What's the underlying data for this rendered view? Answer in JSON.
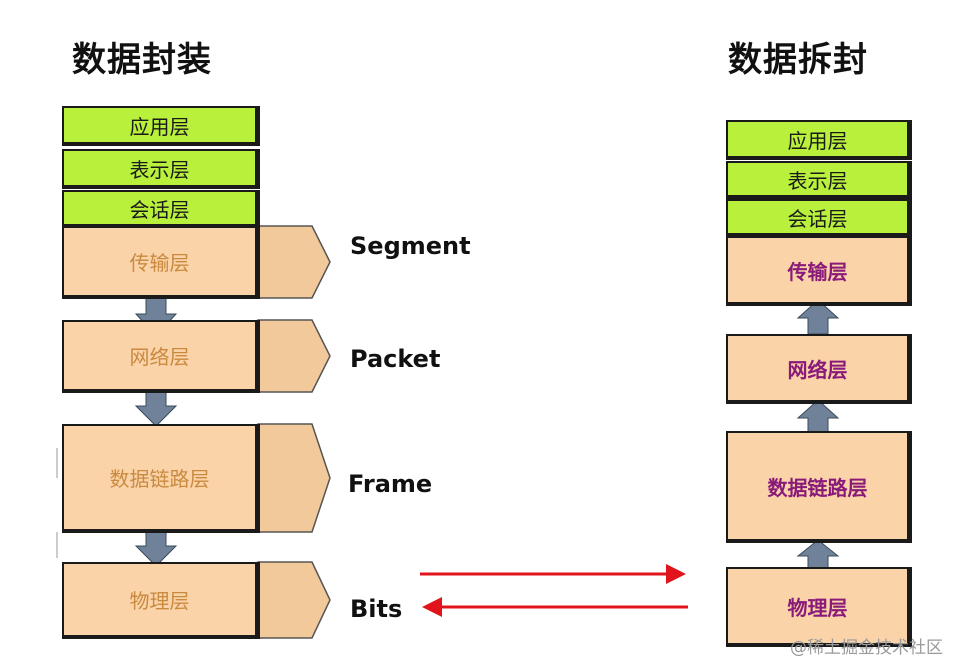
{
  "left_panel": {
    "title": "数据封装",
    "layers": [
      "应用层",
      "表示层",
      "会话层",
      "传输层",
      "网络层",
      "数据链路层",
      "物理层"
    ],
    "pdu_labels": [
      "Segment",
      "Packet",
      "Frame",
      "Bits"
    ]
  },
  "right_panel": {
    "title": "数据拆封",
    "layers": [
      "应用层",
      "表示层",
      "会话层",
      "传输层",
      "网络层",
      "数据链路层",
      "物理层"
    ]
  },
  "watermark": "@稀土掘金技术社区",
  "colors": {
    "upper_layer": "#b8f03c",
    "lower_layer": "#fbd3a8",
    "left_lower_text": "#c98a40",
    "right_lower_text": "#8a1a7a",
    "tab": "#f2c99a",
    "arrow_down": "#6f8299",
    "transmit_arrow": "#e0141a"
  },
  "icons": {
    "encapsulate": "down-arrow-icon",
    "decapsulate": "up-arrow-icon",
    "transmit": "right-arrow-icon",
    "receive": "left-arrow-icon"
  }
}
